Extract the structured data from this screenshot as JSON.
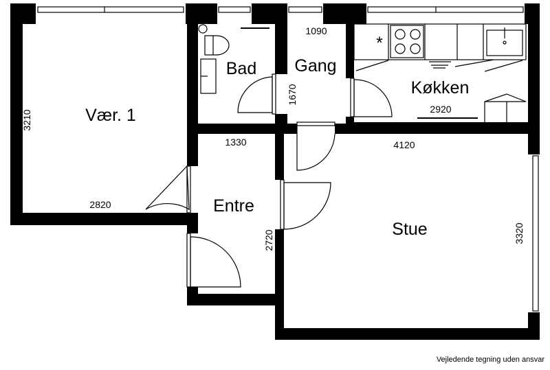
{
  "rooms": {
    "vaer1": "Vær. 1",
    "bad": "Bad",
    "gang": "Gang",
    "kokken": "Køkken",
    "entre": "Entre",
    "stue": "Stue"
  },
  "dimensions": {
    "vaer1_height": "3210",
    "vaer1_width": "2820",
    "gang_width": "1090",
    "gang_height": "1670",
    "kokken_width": "2920",
    "entre_width": "1330",
    "entre_height": "2720",
    "stue_width": "4120",
    "stue_height": "3320"
  },
  "kitchen_symbol": "*",
  "caption": "Vejledende tegning uden ansvar"
}
